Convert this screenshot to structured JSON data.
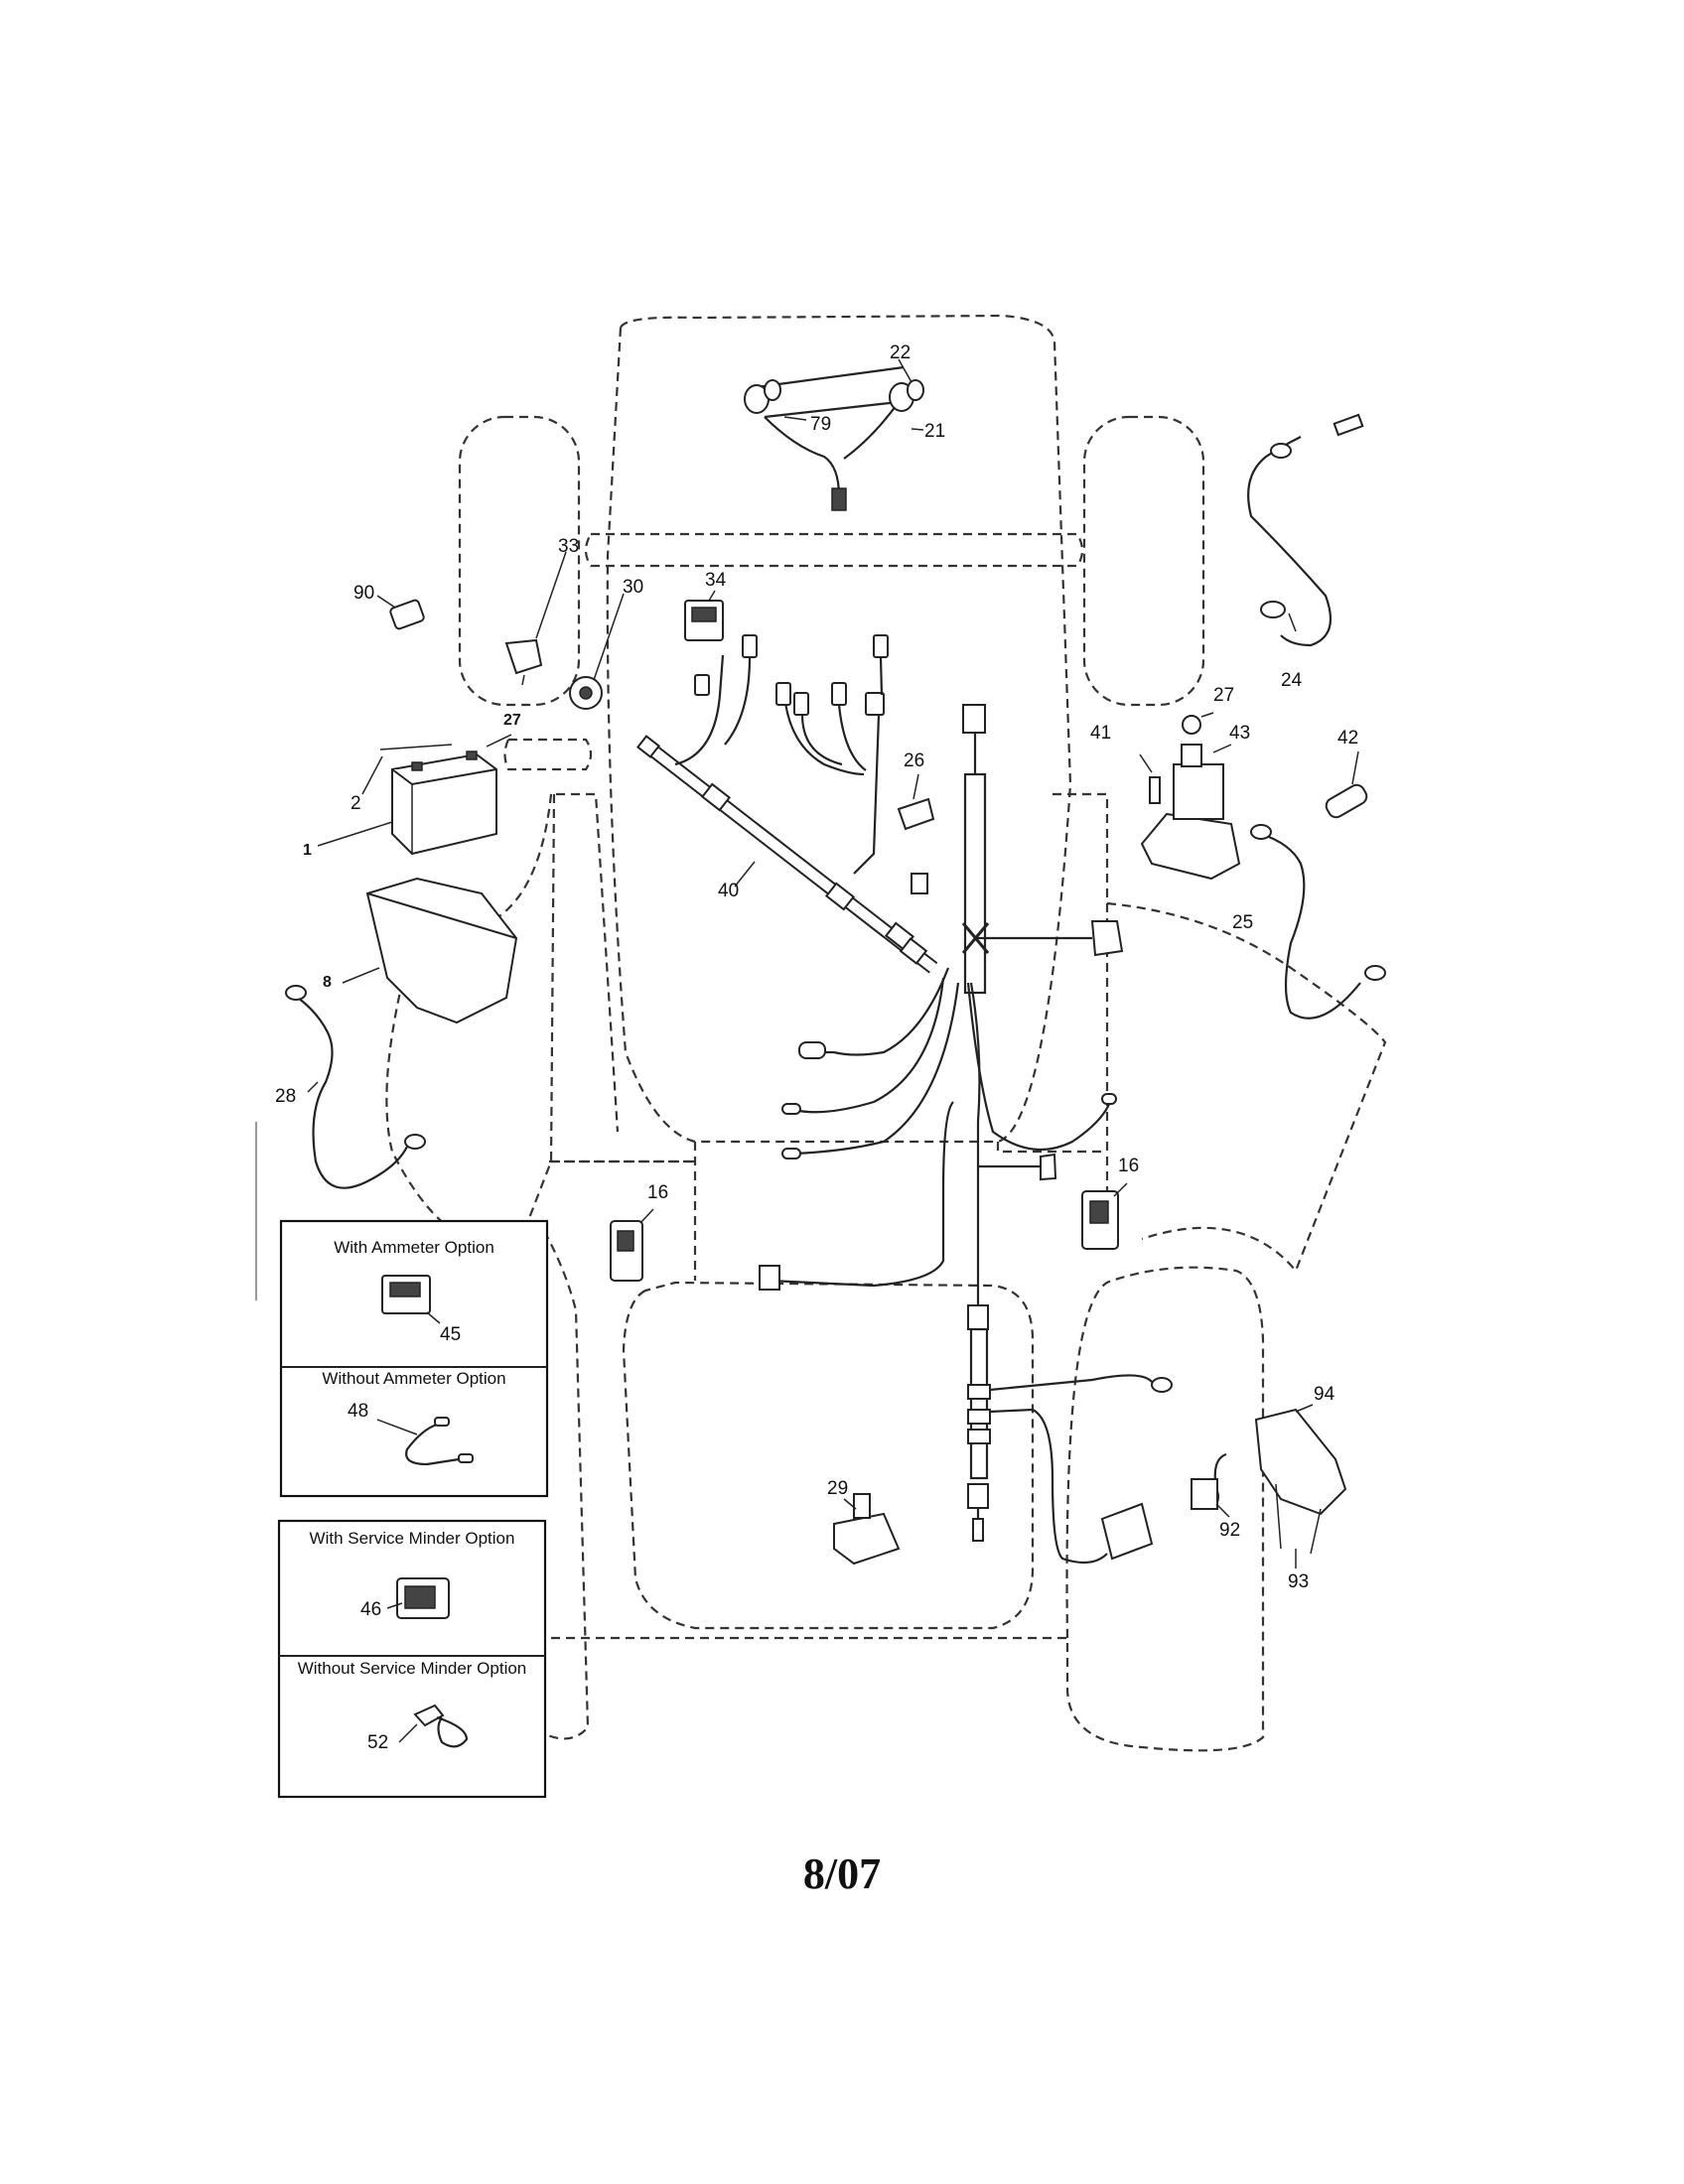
{
  "part_labels": {
    "p1": "1",
    "p2": "2",
    "p8": "8",
    "p16a": "16",
    "p16b": "16",
    "p21": "21",
    "p22": "22",
    "p24": "24",
    "p25": "25",
    "p26": "26",
    "p27a": "27",
    "p27b": "27",
    "p28": "28",
    "p29": "29",
    "p30": "30",
    "p33": "33",
    "p34": "34",
    "p40": "40",
    "p41": "41",
    "p42": "42",
    "p43": "43",
    "p45": "45",
    "p46": "46",
    "p48": "48",
    "p52": "52",
    "p79": "79",
    "p90": "90",
    "p92": "92",
    "p93": "93",
    "p94": "94"
  },
  "options": {
    "with_ammeter": "With Ammeter Option",
    "without_ammeter": "Without Ammeter Option",
    "with_service_minder": "With Service Minder Option",
    "without_service_minder": "Without Service Minder Option"
  },
  "footer_code": "8/07"
}
